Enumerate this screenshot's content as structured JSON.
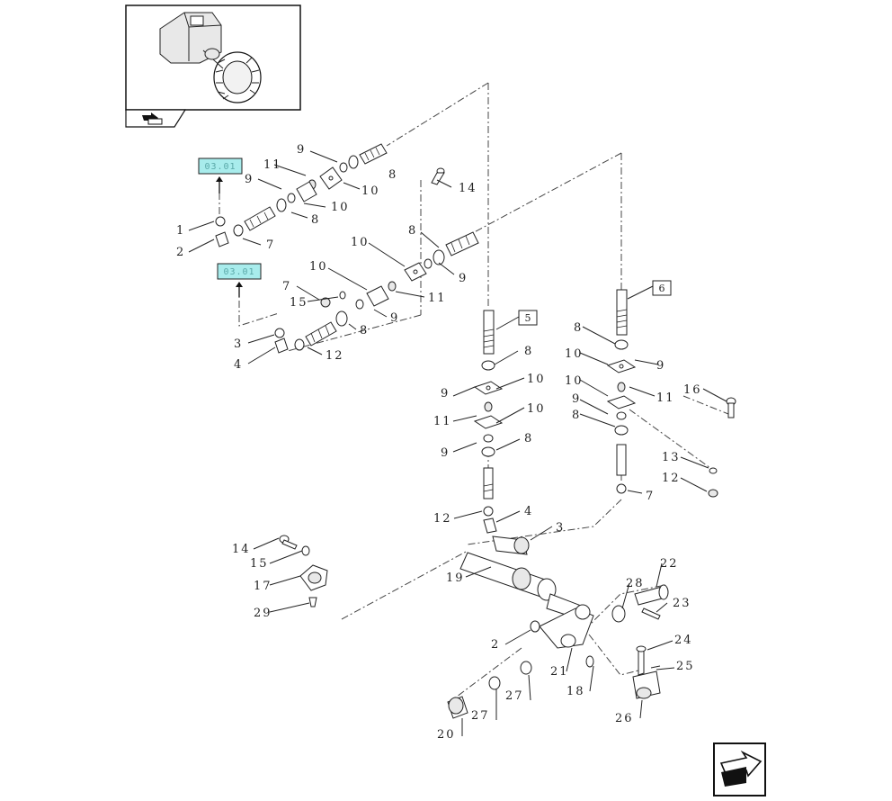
{
  "diagram": {
    "callouts": [
      {
        "id": "c1",
        "text": "1"
      },
      {
        "id": "c2",
        "text": "2"
      },
      {
        "id": "c3",
        "text": "3"
      },
      {
        "id": "c4",
        "text": "4"
      },
      {
        "id": "c7a",
        "text": "7"
      },
      {
        "id": "c8a",
        "text": "8"
      },
      {
        "id": "c9a",
        "text": "9"
      },
      {
        "id": "c10a",
        "text": "10"
      },
      {
        "id": "c11a",
        "text": "11"
      },
      {
        "id": "c9b",
        "text": "9"
      },
      {
        "id": "c10b",
        "text": "10"
      },
      {
        "id": "c8b",
        "text": "8"
      },
      {
        "id": "c14a",
        "text": "14"
      },
      {
        "id": "c8c",
        "text": "8"
      },
      {
        "id": "c10c",
        "text": "10"
      },
      {
        "id": "c9c",
        "text": "9"
      },
      {
        "id": "c10d",
        "text": "10"
      },
      {
        "id": "c11b",
        "text": "11"
      },
      {
        "id": "c15a",
        "text": "15"
      },
      {
        "id": "c7b",
        "text": "7"
      },
      {
        "id": "c9d",
        "text": "9"
      },
      {
        "id": "c8d",
        "text": "8"
      },
      {
        "id": "c12a",
        "text": "12"
      },
      {
        "id": "c8e",
        "text": "8"
      },
      {
        "id": "c9e",
        "text": "9"
      },
      {
        "id": "c10e",
        "text": "10"
      },
      {
        "id": "c11c",
        "text": "11"
      },
      {
        "id": "c10f",
        "text": "10"
      },
      {
        "id": "c9f",
        "text": "9"
      },
      {
        "id": "c8f",
        "text": "8"
      },
      {
        "id": "c12b",
        "text": "12"
      },
      {
        "id": "c4b",
        "text": "4"
      },
      {
        "id": "c3b",
        "text": "3"
      },
      {
        "id": "c19",
        "text": "19"
      },
      {
        "id": "c8g",
        "text": "8"
      },
      {
        "id": "c10g",
        "text": "10"
      },
      {
        "id": "c9g",
        "text": "9"
      },
      {
        "id": "c10h",
        "text": "10"
      },
      {
        "id": "c11d",
        "text": "11"
      },
      {
        "id": "c9h",
        "text": "9"
      },
      {
        "id": "c8h",
        "text": "8"
      },
      {
        "id": "c16",
        "text": "16"
      },
      {
        "id": "c13",
        "text": "13"
      },
      {
        "id": "c12c",
        "text": "12"
      },
      {
        "id": "c7c",
        "text": "7"
      },
      {
        "id": "c14b",
        "text": "14"
      },
      {
        "id": "c15b",
        "text": "15"
      },
      {
        "id": "c17",
        "text": "17"
      },
      {
        "id": "c29",
        "text": "29"
      },
      {
        "id": "c2b",
        "text": "2"
      },
      {
        "id": "c28",
        "text": "28"
      },
      {
        "id": "c22",
        "text": "22"
      },
      {
        "id": "c23",
        "text": "23"
      },
      {
        "id": "c24",
        "text": "24"
      },
      {
        "id": "c25",
        "text": "25"
      },
      {
        "id": "c21",
        "text": "21"
      },
      {
        "id": "c18",
        "text": "18"
      },
      {
        "id": "c26",
        "text": "26"
      },
      {
        "id": "c27a",
        "text": "27"
      },
      {
        "id": "c27b",
        "text": "27"
      },
      {
        "id": "c20",
        "text": "20"
      }
    ],
    "boxed_refs": [
      {
        "id": "b5",
        "text": "5"
      },
      {
        "id": "b6",
        "text": "6"
      }
    ],
    "section_refs": [
      {
        "id": "r1",
        "text": "03.01"
      },
      {
        "id": "r2",
        "text": "03.01"
      }
    ],
    "colors": {
      "ref_fill": "#a8ecec",
      "ref_text": "#5aa8a8",
      "ink": "#222222"
    },
    "icons": {
      "thumbnail": "tractor-axle-thumbnail-icon",
      "nav_back": "previous-page-arrow-icon",
      "nav_next": "next-page-arrow-icon"
    }
  }
}
